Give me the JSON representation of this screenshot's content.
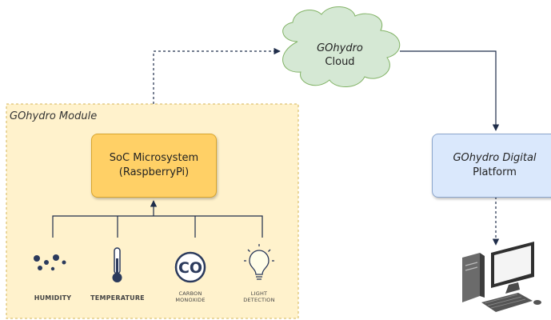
{
  "module": {
    "label": "GOhydro Module"
  },
  "soc": {
    "line1": "SoC Microsystem",
    "line2": "(RaspberryPi)"
  },
  "cloud": {
    "line1": "GOhydro",
    "line2": "Cloud"
  },
  "platform": {
    "line1": "GOhydro Digital",
    "line2": "Platform"
  },
  "sensors": [
    {
      "icon": "humidity-icon",
      "label": "HUMIDITY"
    },
    {
      "icon": "thermometer-icon",
      "label": "TEMPERATURE"
    },
    {
      "icon": "co-icon",
      "label_line1": "CARBON",
      "label_line2": "MONOXIDE"
    },
    {
      "icon": "lightbulb-icon",
      "label_line1": "LIGHT",
      "label_line2": "DETECTION"
    }
  ],
  "colors": {
    "module_fill": "#fff2cc",
    "module_border": "#d6b656",
    "soc_fill": "#ffd066",
    "cloud_fill": "#d5e8d4",
    "cloud_border": "#82b366",
    "platform_fill": "#dae8fc",
    "connector": "#1f2d4a"
  }
}
